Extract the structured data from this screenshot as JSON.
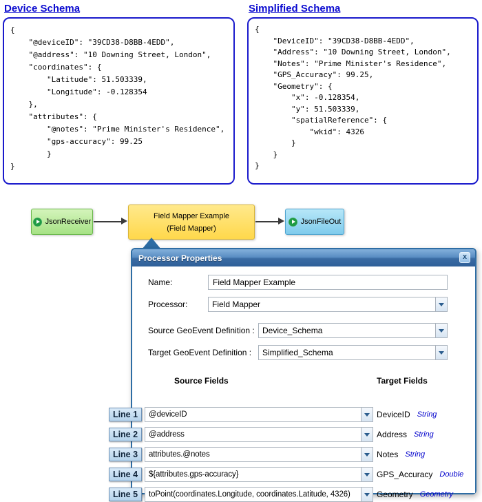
{
  "device_schema": {
    "title": "Device Schema",
    "code": "{\n    \"@deviceID\": \"39CD38-D8BB-4EDD\",\n    \"@address\": \"10 Downing Street, London\",\n    \"coordinates\": {\n        \"Latitude\": 51.503339,\n        \"Longitude\": -0.128354\n    },\n    \"attributes\": {\n        \"@notes\": \"Prime Minister's Residence\",\n        \"gps-accuracy\": 99.25\n        }\n}"
  },
  "simplified_schema": {
    "title": "Simplified Schema",
    "code": "{\n    \"DeviceID\": \"39CD38-D8BB-4EDD\",\n    \"Address\": \"10 Downing Street, London\",\n    \"Notes\": \"Prime Minister's Residence\",\n    \"GPS_Accuracy\": 99.25,\n    \"Geometry\": {\n        \"x\": -0.128354,\n        \"y\": 51.503339,\n        \"spatialReference\": {\n            \"wkid\": 4326\n        }\n    }\n}"
  },
  "flow": {
    "input_node": "JsonReceiver",
    "processor_node_line1": "Field Mapper Example",
    "processor_node_line2": "(Field Mapper)",
    "output_node": "JsonFileOut"
  },
  "dialog": {
    "title": "Processor Properties",
    "close_label": "x",
    "fields": {
      "name_label": "Name:",
      "name_value": "Field Mapper Example",
      "processor_label": "Processor:",
      "processor_value": "Field Mapper",
      "source_def_label": "Source GeoEvent Definition :",
      "source_def_value": "Device_Schema",
      "target_def_label": "Target GeoEvent Definition :",
      "target_def_value": "Simplified_Schema"
    },
    "columns": {
      "source_header": "Source Fields",
      "target_header": "Target Fields"
    },
    "mappings": [
      {
        "line_label": "Line 1",
        "source": "@deviceID",
        "target": "DeviceID",
        "type": "String"
      },
      {
        "line_label": "Line 2",
        "source": "@address",
        "target": "Address",
        "type": "String"
      },
      {
        "line_label": "Line 3",
        "source": "attributes.@notes",
        "target": "Notes",
        "type": "String"
      },
      {
        "line_label": "Line 4",
        "source": "${attributes.gps-accuracy}",
        "target": "GPS_Accuracy",
        "type": "Double"
      },
      {
        "line_label": "Line 5",
        "source": "toPoint(coordinates.Longitude, coordinates.Latitude, 4326)",
        "target": "Geometry",
        "type": "Geometry"
      }
    ]
  },
  "colors": {
    "schema_border": "#1a1acc",
    "schema_title": "#0b0bd0",
    "input_node_fill": "#a6e285",
    "processor_node_fill": "#ffd84b",
    "output_node_fill": "#7fcbec",
    "play_icon": "#1f9b44",
    "dialog_frame": "#2e6da4",
    "line_badge_fill": "#bdd7ee",
    "target_type_text": "#0000cc"
  }
}
